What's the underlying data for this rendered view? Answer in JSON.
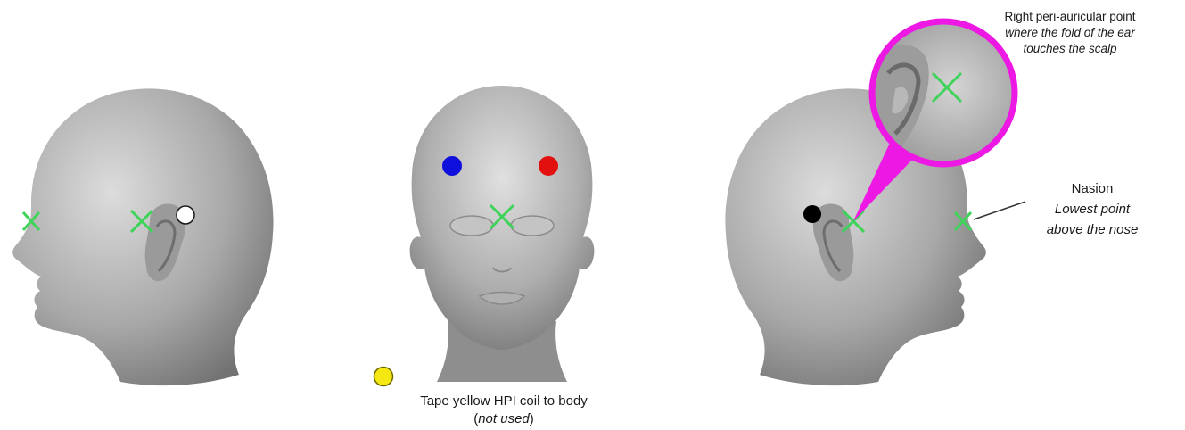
{
  "colors": {
    "marker": "#3fd35a",
    "coil_blue": "#1010dd",
    "coil_red": "#e31010",
    "coil_white": "#ffffff",
    "coil_black": "#000000",
    "coil_yellow": "#f5e812",
    "callout": "#ee18e4",
    "head_light": "#d2d2d2",
    "head_dark": "#7a7a7a"
  },
  "icons": {
    "left_head": "head-left-profile-icon",
    "front_head": "head-front-view-icon",
    "right_head": "head-right-profile-icon",
    "fiducial": "cross-marker-icon",
    "coil": "coil-dot-icon"
  },
  "annotations": {
    "peri_auricular": {
      "title": "Right peri-auricular point",
      "line1": "where the fold of the ear",
      "line2": "touches the scalp"
    },
    "nasion": {
      "title": "Nasion",
      "line1": "Lowest point",
      "line2": "above the nose"
    },
    "hpi": {
      "line1": "Tape yellow HPI coil to body",
      "note_italic": "not used",
      "paren_open": "(",
      "paren_close": ")"
    }
  }
}
